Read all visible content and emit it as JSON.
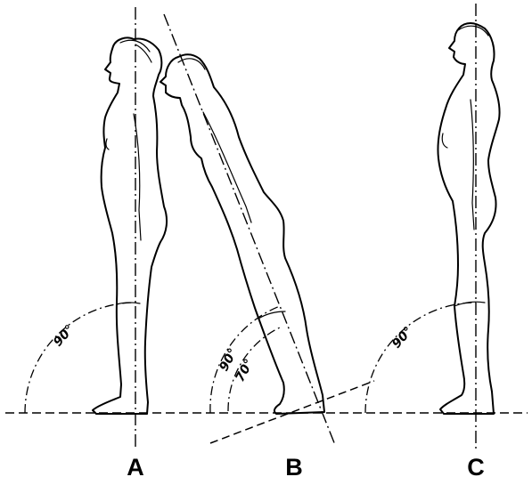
{
  "panels": [
    {
      "letter": "A",
      "angles": [
        "90°"
      ]
    },
    {
      "letter": "B",
      "angles": [
        "90°",
        "70°"
      ]
    },
    {
      "letter": "C",
      "angles": [
        "90°"
      ]
    }
  ],
  "colors": {
    "ink": "#000000",
    "background": "#ffffff"
  }
}
